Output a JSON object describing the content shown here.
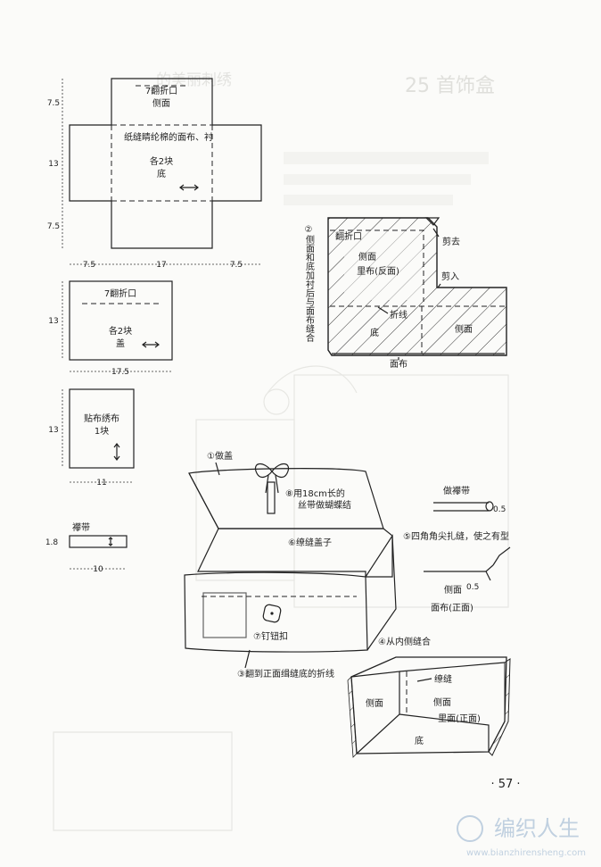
{
  "pattern": {
    "box_side": {
      "top_label": "7翻折口",
      "side_label": "侧面",
      "material_label": "纸缝睛纶棉的面布、衬",
      "count_label": "各2块",
      "bottom_label": "底",
      "dims": {
        "top": "7.5",
        "middle": "13",
        "bottom": "7.5",
        "left": "7.5",
        "center": "17",
        "right": "7.5"
      }
    },
    "lid": {
      "top_label": "7翻折口",
      "count_label": "各2块",
      "name_label": "盖",
      "dims": {
        "height": "13",
        "width": "17.5"
      }
    },
    "embroidery": {
      "label_line1": "贴布绣布",
      "label_line2": "1块",
      "dims": {
        "height": "13",
        "width": "11"
      }
    },
    "loop_strip": {
      "label": "襻带",
      "dims": {
        "height": "1.8",
        "width": "10"
      }
    }
  },
  "step2": {
    "vertical_caption": "②侧面和底加衬后与面布缝合",
    "fold_label": "翻折口",
    "side_label": "侧面",
    "lining_label": "里布(反面)",
    "cut_off_label": "剪去",
    "cut_in_label": "剪入",
    "fold_line_label": "折线",
    "bottom_label": "底",
    "side2_label": "侧面",
    "face_label": "面布"
  },
  "assembly": {
    "step1": "①做盖",
    "step8_line1": "⑧用18cm长的",
    "step8_line2": "丝带做蝴蝶结",
    "step6": "⑥缭缝盖子",
    "step7": "⑦钉钮扣",
    "step4": "④从内侧缝合",
    "step3": "③翻到正面缉缝底的折线"
  },
  "loop_detail": {
    "label": "做襻带",
    "dim": "0.5"
  },
  "corner_detail": {
    "step5": "⑤四角角尖扎缝，使之有型",
    "dim": "0.5",
    "side_label": "侧面",
    "face_label": "面布(正面)"
  },
  "inner_box": {
    "sew_label": "缭缝",
    "side_left": "侧面",
    "side_right": "侧面",
    "lining_label": "里面(正面)",
    "bottom_label": "底"
  },
  "page_number": "· 57 ·",
  "watermark": {
    "logo_text": "编织人生",
    "url": "www.bianzhirensheng.com"
  },
  "bleed": {
    "heading": "25 首饰盒",
    "subheading": "的美丽刺绣"
  }
}
